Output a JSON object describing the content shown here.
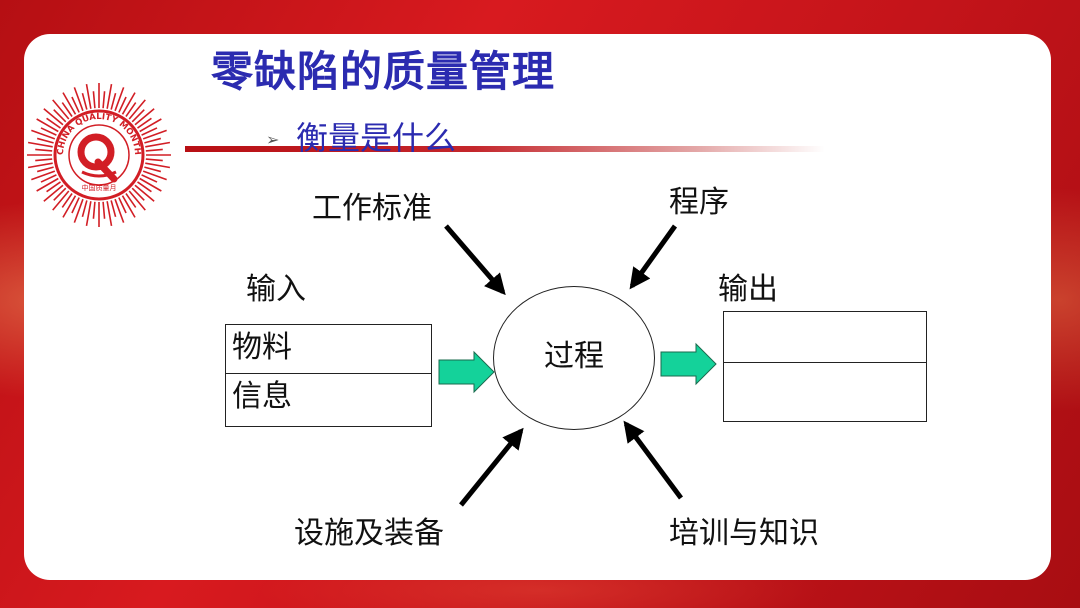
{
  "slide": {
    "title": "零缺陷的质量管理",
    "subtitle": "衡量是什么",
    "subtitle_bullet": "➢"
  },
  "logo": {
    "text_top": "CHINA QUALITY MONTH",
    "text_bottom": "中国质量月",
    "accent": "#d21e25"
  },
  "diagram": {
    "input_label": "输入",
    "input_rows": [
      "物料",
      "信息"
    ],
    "process_label": "过程",
    "output_label": "输出",
    "output_rows": [
      "",
      ""
    ],
    "influences": {
      "top_left": "工作标准",
      "top_right": "程序",
      "bottom_left": "设施及装备",
      "bottom_right": "培训与知识"
    },
    "flow_arrow_color": "#14d29a"
  }
}
